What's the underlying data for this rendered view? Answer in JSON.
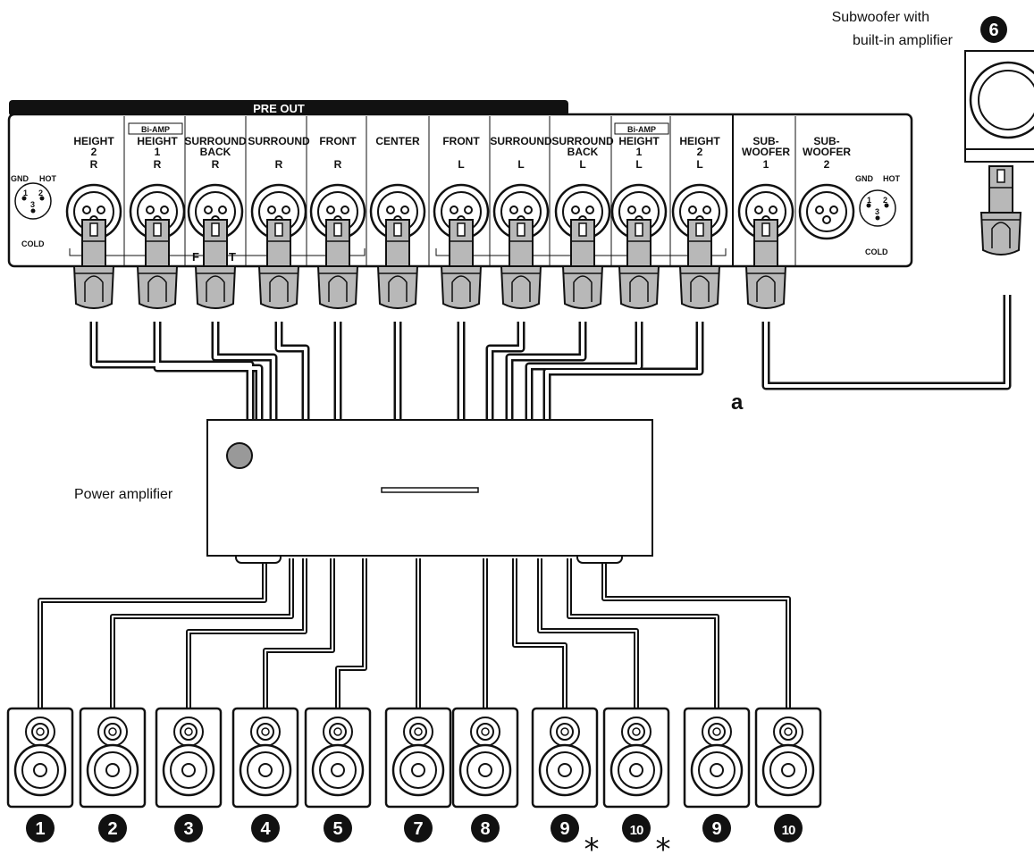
{
  "receiver_panel": {
    "section_label": "PRE OUT",
    "biamp_label": "Bi-AMP",
    "pin_legend": {
      "gnd": "GND",
      "hot": "HOT",
      "cold": "COLD",
      "pin1": "1",
      "pin2": "2",
      "pin3": "3"
    },
    "group_label_partial": "F",
    "group_label_partial_2": "T",
    "jacks": [
      {
        "line1": "HEIGHT",
        "line2": "2",
        "line3": "R"
      },
      {
        "line1": "HEIGHT",
        "line2": "1",
        "line3": "R"
      },
      {
        "line1": "SURROUND",
        "line2": "BACK",
        "line3": "R"
      },
      {
        "line1": "SURROUND",
        "line2": "",
        "line3": "R"
      },
      {
        "line1": "FRONT",
        "line2": "",
        "line3": "R"
      },
      {
        "line1": "CENTER",
        "line2": "",
        "line3": ""
      },
      {
        "line1": "FRONT",
        "line2": "",
        "line3": "L"
      },
      {
        "line1": "SURROUND",
        "line2": "",
        "line3": "L"
      },
      {
        "line1": "SURROUND",
        "line2": "BACK",
        "line3": "L"
      },
      {
        "line1": "HEIGHT",
        "line2": "1",
        "line3": "L"
      },
      {
        "line1": "HEIGHT",
        "line2": "2",
        "line3": "L"
      },
      {
        "line1": "SUB-",
        "line2": "WOOFER",
        "line3": "1"
      },
      {
        "line1": "SUB-",
        "line2": "WOOFER",
        "line3": "2"
      }
    ]
  },
  "subwoofer": {
    "caption_line1": "Subwoofer with",
    "caption_line2": "built-in amplifier",
    "number": "6"
  },
  "cable_marker": "a",
  "power_amp_label": "Power amplifier",
  "speakers": [
    {
      "number": "1",
      "asterisk": false
    },
    {
      "number": "2",
      "asterisk": false
    },
    {
      "number": "3",
      "asterisk": false
    },
    {
      "number": "4",
      "asterisk": false
    },
    {
      "number": "5",
      "asterisk": false
    },
    {
      "number": "7",
      "asterisk": false
    },
    {
      "number": "8",
      "asterisk": false
    },
    {
      "number": "9",
      "asterisk": true
    },
    {
      "number": "10",
      "asterisk": true
    },
    {
      "number": "9",
      "asterisk": false
    },
    {
      "number": "10",
      "asterisk": false
    }
  ],
  "asterisk_symbol": "*",
  "colors": {
    "ink": "#111111",
    "plug_fill": "#b8b8b8",
    "knob_fill": "#999999",
    "panel_fill": "#ffffff"
  }
}
